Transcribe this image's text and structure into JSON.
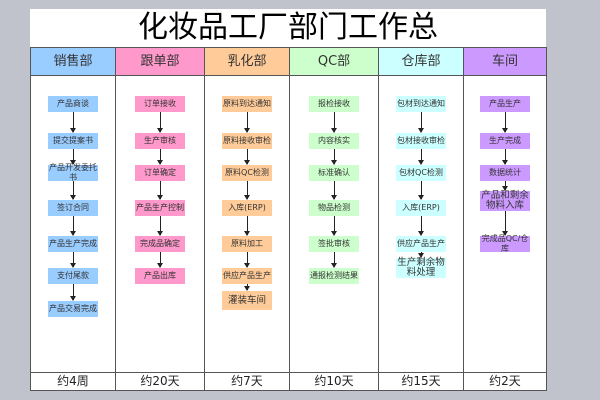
{
  "title": "化妆品工厂部门工作总",
  "departments": [
    {
      "name": "销售部",
      "color": "#99ccff",
      "duration": "约4周",
      "steps": [
        "产品商谈",
        "提交提案书",
        "产品开发委托书",
        "签订合同",
        "产品生产完成",
        "支付尾款",
        "产品交易完成"
      ]
    },
    {
      "name": "跟单部",
      "color": "#ff99cc",
      "duration": "约20天",
      "steps": [
        "订单接收",
        "生产审核",
        "订单确定",
        "产品生产控制",
        "完成品确定",
        "产品出库"
      ]
    },
    {
      "name": "乳化部",
      "color": "#ffcc99",
      "duration": "约7天",
      "steps": [
        "原料到达通知",
        "原料接收审检",
        "原料QC检测",
        "入库(ERP)",
        "原料加工",
        "供应产品生产",
        "灌装车间"
      ]
    },
    {
      "name": "QC部",
      "color": "#ccffcc",
      "duration": "约10天",
      "steps": [
        "报检接收",
        "内容核实",
        "标准确认",
        "物品检测",
        "签批审核",
        "通报检测结果"
      ]
    },
    {
      "name": "仓库部",
      "color": "#ccffff",
      "duration": "约15天",
      "steps": [
        "包材到达通知",
        "包材接收审检",
        "包材QC检测",
        "入库(ERP)",
        "供应产品生产",
        "生产剩余物料处理"
      ]
    },
    {
      "name": "车间",
      "color": "#cc99ff",
      "duration": "约2天",
      "steps": [
        "产品生产",
        "生产完成",
        "数据统计",
        "产品和剩余物料入库",
        "完成品QC/仓库"
      ]
    }
  ]
}
